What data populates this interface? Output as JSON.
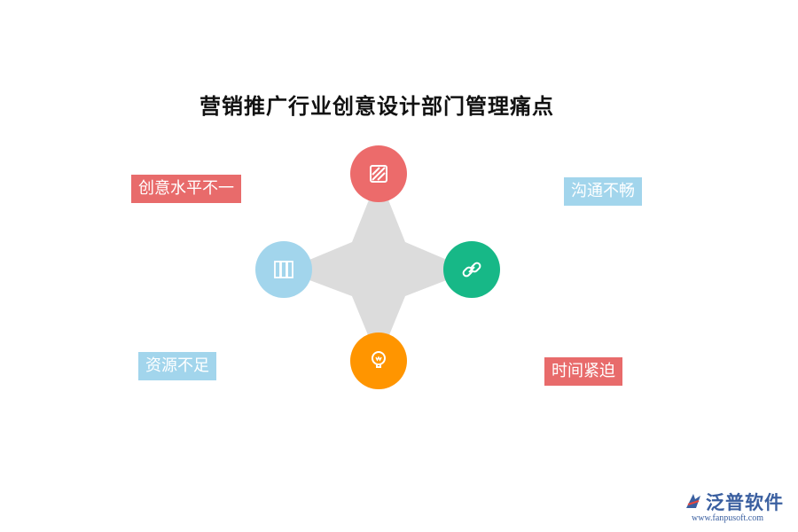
{
  "title": "营销推广行业创意设计部门管理痛点",
  "pain_points": [
    {
      "label": "创意水平不一",
      "color": "#e86b6b"
    },
    {
      "label": "沟通不畅",
      "color": "#a2d5ec"
    },
    {
      "label": "资源不足",
      "color": "#a2d5ec"
    },
    {
      "label": "时间紧迫",
      "color": "#e86b6b"
    }
  ],
  "nodes": {
    "top": {
      "icon": "striped-square-icon",
      "color": "#ec6b6b"
    },
    "left": {
      "icon": "books-icon",
      "color": "#a2d5ec"
    },
    "right": {
      "icon": "link-icon",
      "color": "#17b887"
    },
    "bottom": {
      "icon": "lightbulb-icon",
      "color": "#ff9500"
    }
  },
  "star_color": "#dcdcdc",
  "logo": {
    "name": "泛普软件",
    "url": "www.fanpusoft.com"
  }
}
